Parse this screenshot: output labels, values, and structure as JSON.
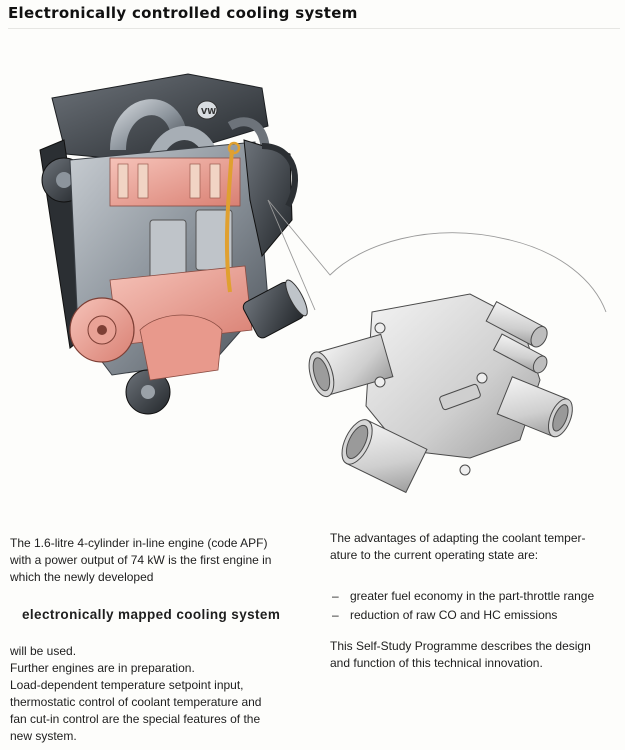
{
  "header": {
    "title": "Electronically controlled cooling system"
  },
  "illustration": {
    "engine_logo": "VW"
  },
  "left_column": {
    "intro": [
      "The 1.6-litre 4-cylinder in-line engine (code APF)",
      "with a power output of 74 kW is the first engine in",
      "which the newly developed"
    ],
    "subheading": "electronically mapped cooling system",
    "body": [
      "will be used.",
      "Further engines are in preparation.",
      "Load-dependent temperature setpoint input,",
      "thermostatic control of coolant temperature and",
      "fan cut-in control are the special features of the",
      "new system."
    ]
  },
  "right_column": {
    "intro": [
      "The advantages of adapting the coolant temper-",
      "ature to the current operating state are:"
    ],
    "advantages": [
      "greater fuel economy in the part-throttle range",
      "reduction of raw CO and HC emissions"
    ],
    "closing": [
      "This Self-Study Programme describes the design",
      "and function of this technical innovation."
    ]
  },
  "colors": {
    "engine_cutaway": "#e9a296",
    "metal": "#8c949c",
    "dark_metal": "#3a3f45",
    "housing": "#d4d4d4",
    "dipstick": "#e0a030"
  }
}
